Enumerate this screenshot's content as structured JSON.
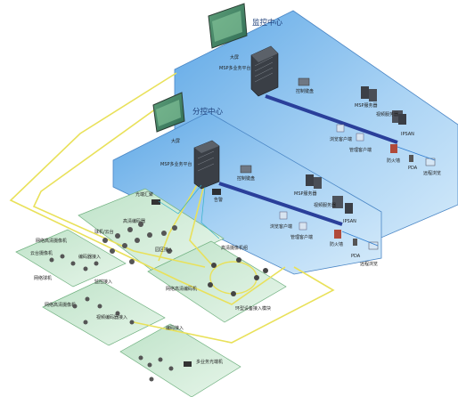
{
  "monitor_center": {
    "title": "监控中心",
    "big_screen": "大屏",
    "platform": "MSP多业务平台",
    "keyboard": "控制键盘",
    "server_label": "MSP服务器",
    "storage_server": "视频服务器",
    "browse_client": "浏览客户端",
    "manage_client": "管理客户端",
    "ipsan": "IPSAN",
    "firewall": "防火墙",
    "pda": "PDA",
    "remote": "远程浏览"
  },
  "branch_center": {
    "title": "分控中心",
    "big_screen": "大屏",
    "platform": "MSP多业务平台",
    "keyboard": "控制键盘",
    "alarm": "告警",
    "server_label": "MSP服务器",
    "storage_server": "视频服务器",
    "browse_client": "浏览客户端",
    "manage_client": "管理客户端",
    "ipsan": "IPSAN",
    "firewall": "防火墙",
    "pda": "PDA",
    "remote": "远程浏览"
  },
  "sites": {
    "optical_switch": "光端汇聚",
    "hd_encoder": "高清编码器",
    "fisheye": "球机/云台",
    "hd_network_cam": "网络高清摄像机",
    "encoder_access": "编码器接入",
    "site_access": "园区接入",
    "ptz_camera": "云台摄像机",
    "network_dome": "网络球机",
    "hd_camera_set": "高清摄像机组",
    "hd_access": "视频编码器接入",
    "monitor_access": "监控接入",
    "network_hd": "网络高清摄像机",
    "multi_access": "多业务光端机",
    "ring_access": "环型设备接入模块",
    "ring_encoder": "网络高清编码机",
    "edge": "编码接入"
  }
}
